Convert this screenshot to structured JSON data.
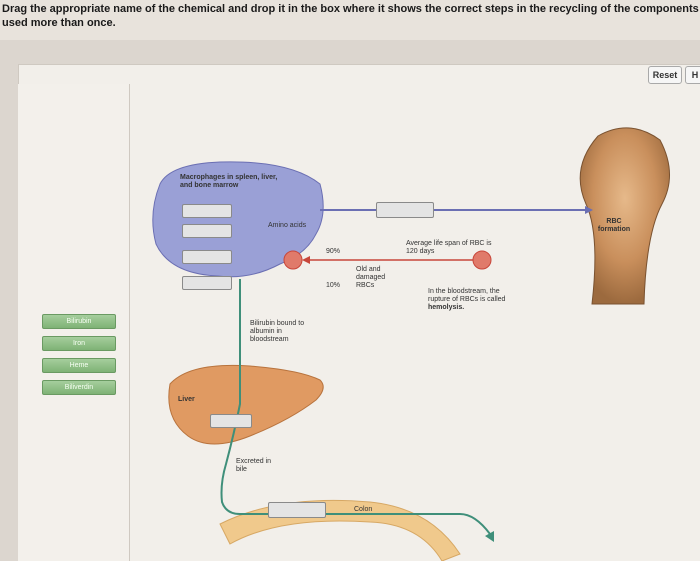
{
  "instructions": {
    "line1": "Drag the appropriate name of the chemical and drop it in the box where it shows the correct steps in the recycling of the components of h",
    "line2": "used more than once."
  },
  "toolbar": {
    "reset_label": "Reset",
    "help_label": "H"
  },
  "labels": [
    "Bilirubin",
    "Iron",
    "Heme",
    "Biliverdin"
  ],
  "diagram": {
    "macrophages": "Macrophages in spleen, liver, and bone marrow",
    "amino_acids": "Amino acids",
    "rbc_formation": "RBC formation",
    "average_life": "Average life span of RBC is 120 days",
    "pct_90": "90%",
    "pct_10": "10%",
    "old_damaged": "Old and damaged RBCs",
    "bloodstream": "In the bloodstream, the rupture of RBCs",
    "hemolysis_prefix": "is called",
    "hemolysis": "hemolysis.",
    "bilirubin_bound": "Bilirubin bound to albumin in bloodstream",
    "liver": "Liver",
    "excreted": "Excreted in bile",
    "colon": "Colon"
  },
  "colors": {
    "macrophage": "#9aa0d6",
    "liver": "#e09a62",
    "colon": "#f0c98c",
    "arrow_blue": "#6b6fb3",
    "arrow_red": "#c8463a",
    "path_teal": "#3f8f7a",
    "tile_green": "#8fbf86"
  }
}
